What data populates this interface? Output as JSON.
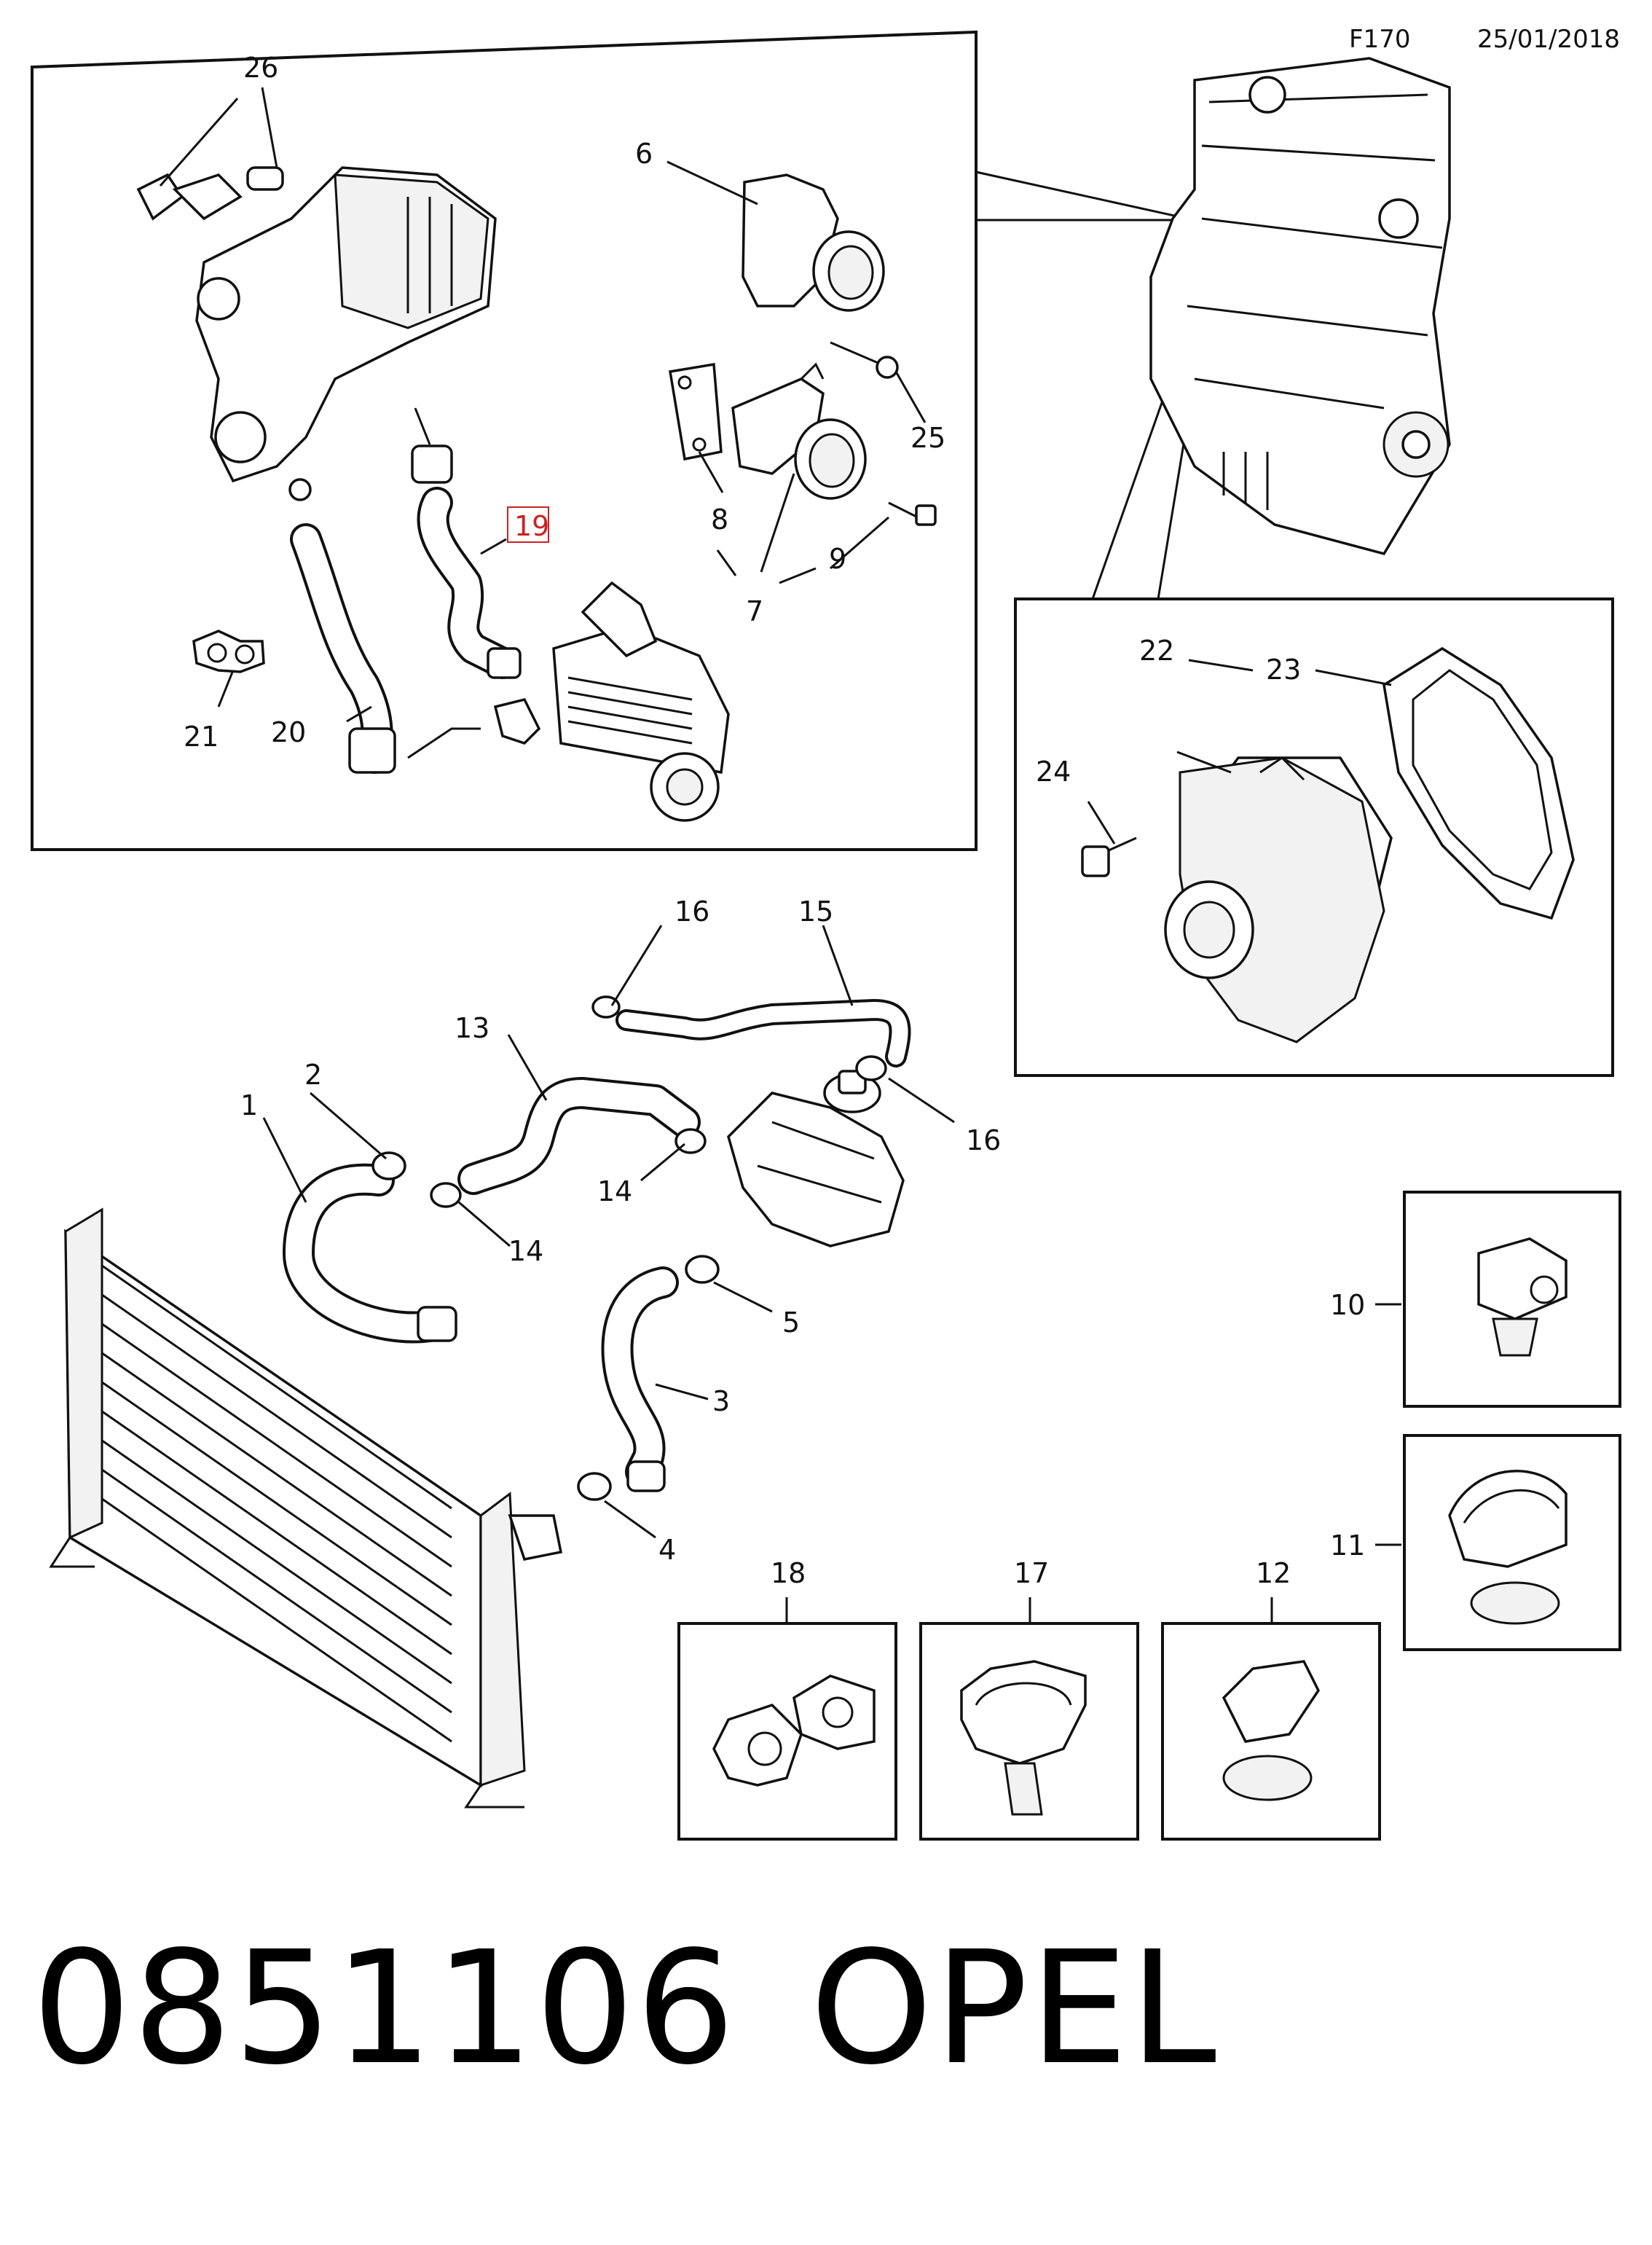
{
  "header": {
    "code": "F170",
    "date": "25/01/2018"
  },
  "footer": {
    "part_number": "0851106",
    "brand": "OPEL"
  },
  "highlighted_callout": {
    "label": "19",
    "color": "#cc2222"
  },
  "callouts": {
    "c1": "1",
    "c2": "2",
    "c3": "3",
    "c4": "4",
    "c5": "5",
    "c6": "6",
    "c7": "7",
    "c8": "8",
    "c9": "9",
    "c10": "10",
    "c11": "11",
    "c12": "12",
    "c13": "13",
    "c14a": "14",
    "c14b": "14",
    "c15": "15",
    "c16a": "16",
    "c16b": "16",
    "c17": "17",
    "c18": "18",
    "c20": "20",
    "c21": "21",
    "c22": "22",
    "c23": "23",
    "c24": "24",
    "c25": "25",
    "c26": "26"
  }
}
